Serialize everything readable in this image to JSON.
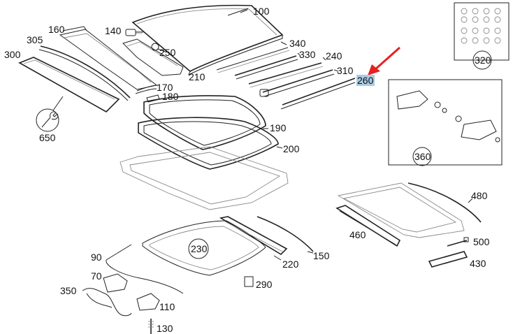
{
  "diagram": {
    "highlight_color": "#a9cbe3",
    "arrow_color": "#e8201e",
    "highlighted_part": "260",
    "parts": {
      "p100": "100",
      "p140": "140",
      "p160": "160",
      "p305": "305",
      "p300": "300",
      "p250": "250",
      "p210": "210",
      "p340": "340",
      "p330": "330",
      "p240": "240",
      "p310": "310",
      "p260": "260",
      "p170": "170",
      "p180": "180",
      "p650": "650",
      "p190": "190",
      "p200": "200",
      "p320": "320",
      "p360": "360",
      "p480": "480",
      "p460": "460",
      "p500": "500",
      "p430": "430",
      "p230": "230",
      "p220": "220",
      "p150": "150",
      "p90": "90",
      "p70": "70",
      "p350": "350",
      "p110": "110",
      "p290": "290",
      "p130": "130"
    }
  }
}
